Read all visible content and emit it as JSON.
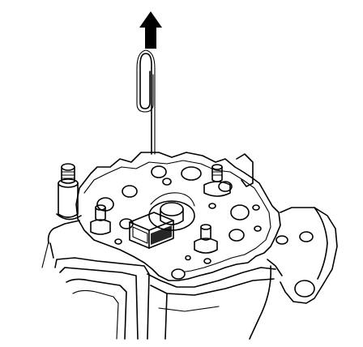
{
  "figure": {
    "colors": {
      "ink": "#000000",
      "paper": "#ffffff"
    },
    "parts": [
      {
        "name": "direction-arrow-icon",
        "meaning": "pull-up-direction"
      },
      {
        "name": "wire-clip",
        "meaning": "retaining-wire"
      },
      {
        "name": "rectifier-holder"
      },
      {
        "name": "brush-holder"
      },
      {
        "name": "terminal-stud"
      },
      {
        "name": "housing-frame"
      }
    ]
  }
}
